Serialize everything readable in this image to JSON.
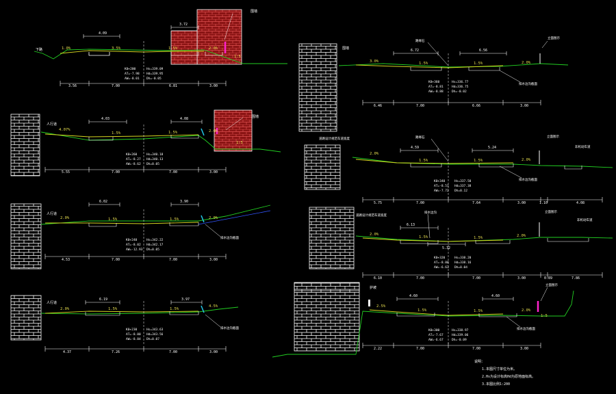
{
  "colors": {
    "background": "#000000",
    "linework": "#ffffff",
    "ground": "#22d022",
    "road": "#d8d820",
    "brick": "#8a1414",
    "brick_mortar": "#e05050",
    "marker": "#ff22cc",
    "drain": "#22c8e8",
    "slope_label": "#e8e050"
  },
  "sections": [
    {
      "id": "s1",
      "side_labels": [
        "下路",
        "围墙"
      ],
      "top_dims": [
        "4.09",
        "3.72"
      ],
      "slopes": [
        "1.0%",
        "3.5%",
        "1.5%",
        "2.0%",
        "1:5"
      ],
      "station": [
        "K0+200",
        "AT=-7.98",
        "AW=-8.01"
      ],
      "elev": [
        "Hs=339.09",
        "Hd=339.95",
        "Dh=-0.05"
      ],
      "bottom_dims": [
        "3.56",
        "7.00",
        "6.81",
        "3.00"
      ]
    },
    {
      "id": "s2",
      "side_labels": [
        "人行道",
        "围墙"
      ],
      "top_dims": [
        "4.03",
        "4.08"
      ],
      "slopes": [
        "4.07%",
        "1.5%",
        "1.5%",
        "2.0%",
        "1:5"
      ],
      "station": [
        "K0+260",
        "AT=-8.27",
        "AW=-8.62"
      ],
      "elev": [
        "Hs=340.18",
        "Hd=340.13",
        "Dh=0.05"
      ],
      "bottom_dims": [
        "5.55",
        "7.00",
        "7.00",
        "3.00"
      ]
    },
    {
      "id": "s3",
      "side_labels": [
        "人行道",
        "排水边沟截面"
      ],
      "top_dims": [
        "6.02",
        "3.90"
      ],
      "slopes": [
        "2.0%",
        "1.5%",
        "1.5%",
        "2.0%"
      ],
      "station": [
        "K0+240",
        "AT=-8.02",
        "AW=-12.93"
      ],
      "elev": [
        "Hs=342.22",
        "Hd=342.17",
        "Dh=0.05"
      ],
      "bottom_dims": [
        "4.53",
        "7.00",
        "7.00",
        "3.00"
      ]
    },
    {
      "id": "s4",
      "side_labels": [
        "人行道",
        "排水边沟截面"
      ],
      "top_dims": [
        "6.19",
        "3.97"
      ],
      "slopes": [
        "2.0%",
        "1.5%",
        "1.5%",
        "4.5%"
      ],
      "station": [
        "K0+230",
        "AT=-8.00",
        "AW=-8.84"
      ],
      "elev": [
        "Hs=343.63",
        "Hd=343.56",
        "Dh=0.07"
      ],
      "bottom_dims": [
        "4.37",
        "7.26",
        "7.00",
        "3.00"
      ]
    },
    {
      "id": "s5",
      "side_labels": [
        "围墙",
        "路缘石",
        "立面图示",
        "排水边沟截面"
      ],
      "top_dims": [
        "6.72",
        "6.56"
      ],
      "slopes": [
        "3.0%",
        "1.5%",
        "1.5%",
        "2.0%"
      ],
      "station": [
        "K0+360",
        "AT=-8.81",
        "AW=-8.88"
      ],
      "elev": [
        "Hs=336.77",
        "Hd=336.75",
        "Dh=-0.02"
      ],
      "bottom_dims": [
        "6.46",
        "7.00",
        "6.66",
        "3.00"
      ]
    },
    {
      "id": "s6",
      "side_labels": [
        "道路设计规范车道宽度",
        "路缘石",
        "立面图示",
        "非机动车道",
        "排水边沟截面"
      ],
      "top_dims": [
        "4.59",
        "5.24"
      ],
      "slopes": [
        "2.0%",
        "1.5%",
        "1.5%",
        "2.0%"
      ],
      "station": [
        "K0+340",
        "AT=-8.51",
        "AW=-7.72"
      ],
      "elev": [
        "Hs=337.50",
        "Hd=337.38",
        "Dh=0.12"
      ],
      "bottom_dims": [
        "5.75",
        "7.00",
        "7.64",
        "3.00",
        "1.10",
        "4.08"
      ]
    },
    {
      "id": "s7",
      "side_labels": [
        "道路设计规范车道宽度",
        "排水边沟",
        "立面图示",
        "非机动车道"
      ],
      "top_dims": [
        "6.13",
        "5.32"
      ],
      "slopes": [
        "2.0%",
        "1.5%",
        "1.5%",
        "2.0%"
      ],
      "station": [
        "K0+320",
        "AT=-8.00",
        "AW=-6.63"
      ],
      "elev": [
        "Hs=338.20",
        "Hd=338.16",
        "Dh=0.04"
      ],
      "bottom_dims": [
        "6.10",
        "7.00",
        "7.00",
        "3.00",
        "0.89",
        "7.86"
      ]
    },
    {
      "id": "s8",
      "side_labels": [
        "护坡",
        "立面图示",
        "排水边沟截面"
      ],
      "top_dims": [
        "4.60",
        "4.60"
      ],
      "slopes": [
        "2.5%",
        "1.5%",
        "1.5%",
        "2.0%",
        "1:5"
      ],
      "station": [
        "K0+300",
        "AT=-7.67",
        "AW=-6.67"
      ],
      "elev": [
        "Hs=338.97",
        "Hd=339.06",
        "Dh=-0.09"
      ],
      "bottom_dims": [
        "2.22",
        "7.00",
        "7.00",
        "3.00"
      ]
    }
  ],
  "notes": {
    "title": "说明：",
    "lines": [
      "1.本图尺寸单位为米。",
      "2.Hs为设计标高Hd为原地面标高。",
      "3.本图比例1:200"
    ]
  }
}
